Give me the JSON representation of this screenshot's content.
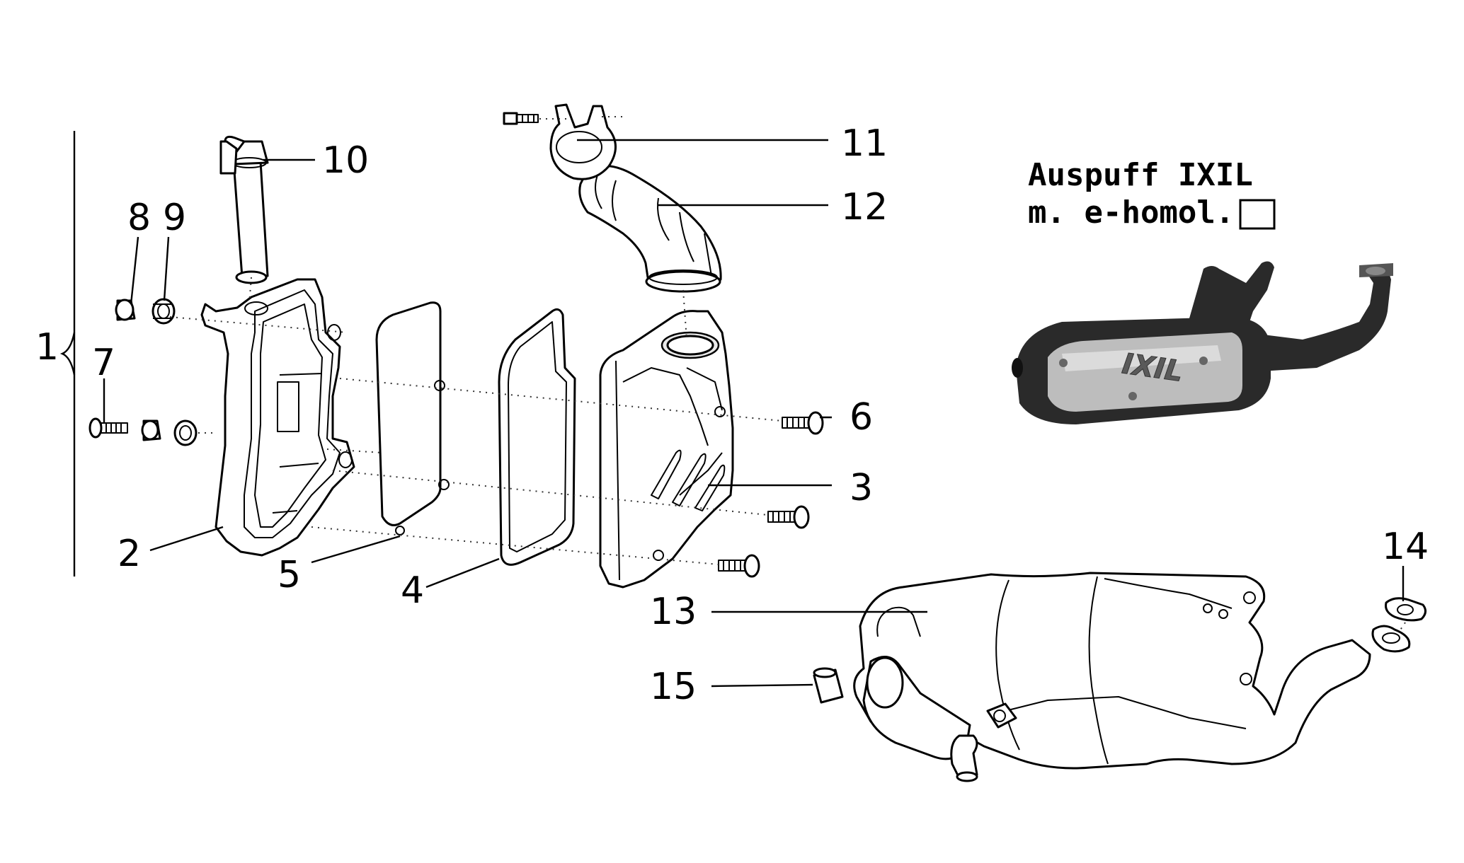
{
  "panel": {
    "title_line1": "Auspuff IXIL",
    "title_line2": "m. e-homol.",
    "checkbox_checked": false,
    "photo_brand": "IXIL"
  },
  "callouts": {
    "c1": "1",
    "c2": "2",
    "c3": "3",
    "c4": "4",
    "c5": "5",
    "c6": "6",
    "c7": "7",
    "c8": "8",
    "c9": "9",
    "c10": "10",
    "c11": "11",
    "c12": "12",
    "c13": "13",
    "c14": "14",
    "c15": "15"
  }
}
